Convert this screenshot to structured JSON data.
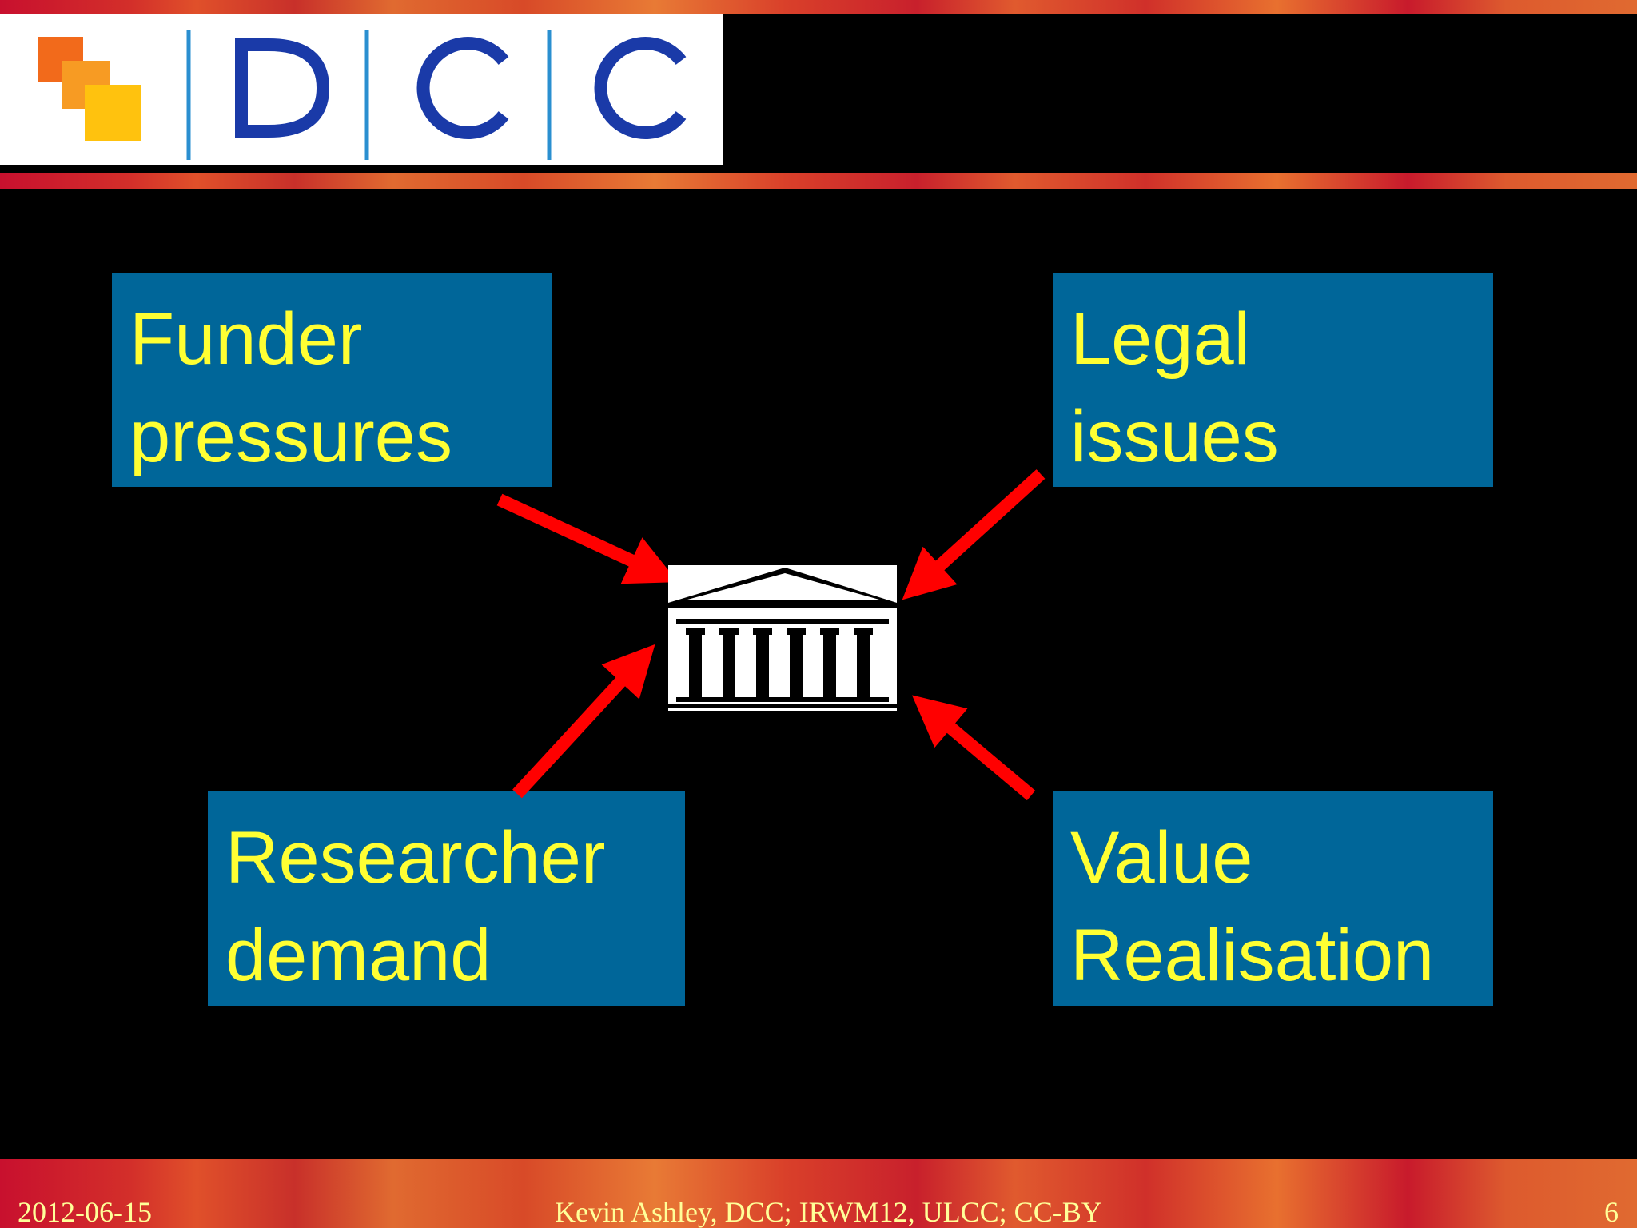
{
  "logo": {
    "text": "DCC",
    "colors": {
      "accent_orange": "#f26a1b",
      "accent_light_orange": "#f79b23",
      "accent_yellow": "#ffc20e",
      "letter_blue": "#1a3aa8",
      "divider_blue": "#2a8fd0"
    }
  },
  "boxes": {
    "funder": {
      "line1": "Funder",
      "line2": "pressures"
    },
    "legal": {
      "line1": "Legal",
      "line2": "issues"
    },
    "researcher": {
      "line1": "Researcher",
      "line2": "demand"
    },
    "value": {
      "line1": "Value",
      "line2": "Realisation"
    }
  },
  "center_icon": "institution-building-icon",
  "arrow_color": "#ff0000",
  "box_color": "#006699",
  "text_color": "#ffff33",
  "footer": {
    "date": "2012-06-15",
    "credit": "Kevin Ashley, DCC; IRWM12, ULCC; CC-BY",
    "page": "6"
  }
}
